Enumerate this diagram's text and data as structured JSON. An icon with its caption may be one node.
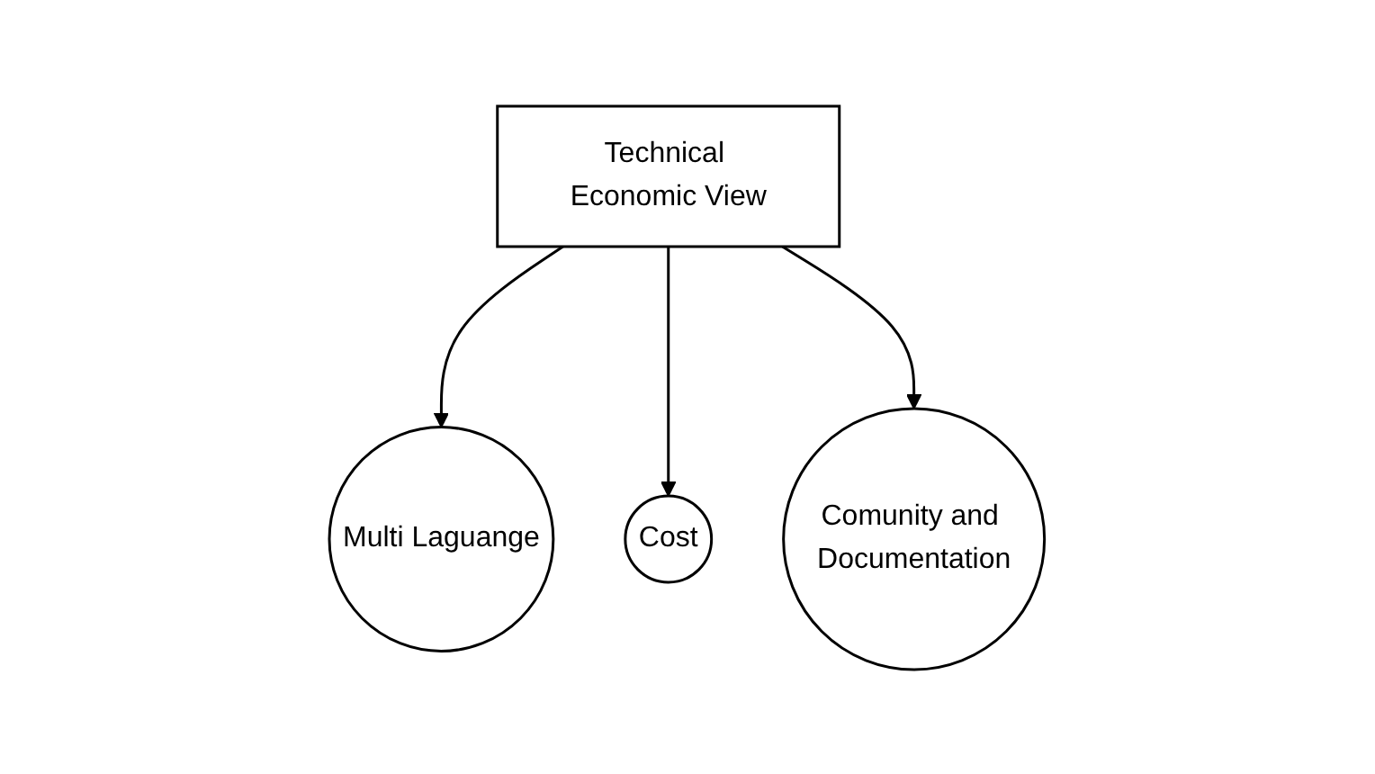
{
  "diagram": {
    "nodes": [
      {
        "text": [
          "Technical Economic View"
        ]
      },
      {
        "text": [
          "Multi Laguange"
        ]
      },
      {
        "text": [
          "Cost"
        ]
      },
      {
        "text": [
          "Comunity and Documentation"
        ]
      }
    ],
    "edges": [
      {
        "from": 0,
        "to": 1,
        "arrow": "to"
      },
      {
        "from": 0,
        "to": 2,
        "arrow": "to"
      },
      {
        "from": 0,
        "to": 3,
        "arrow": "to"
      }
    ]
  }
}
